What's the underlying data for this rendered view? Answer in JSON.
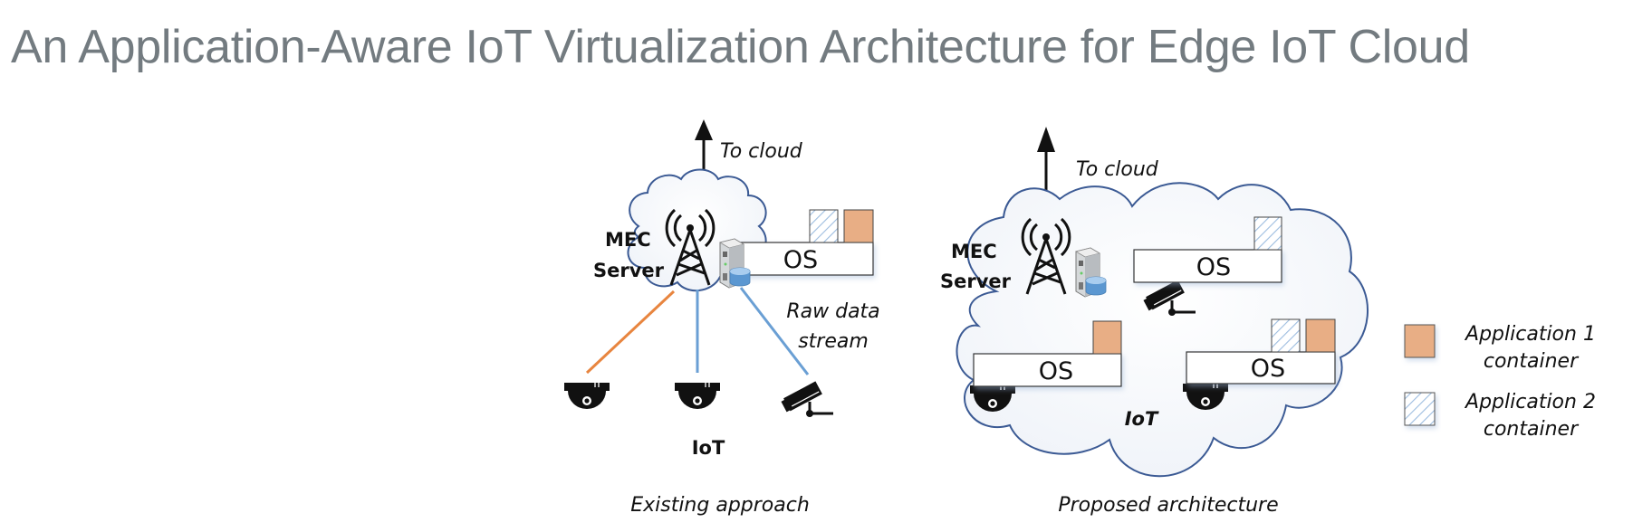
{
  "title": "An Application-Aware IoT Virtualization Architecture for Edge IoT Cloud",
  "colors": {
    "title": "#737b80",
    "app1_container": "#E8AE85",
    "app2_hatch": "#9dbde0",
    "cloud_outline": "#3b5a94",
    "link_orange": "#e8853f",
    "link_blue": "#6a9fd4"
  },
  "existing": {
    "to_cloud": "To cloud",
    "mec_line1": "MEC",
    "mec_line2": "Server",
    "os_label": "OS",
    "raw_line1": "Raw data",
    "raw_line2": "stream",
    "iot_label": "IoT",
    "caption": "Existing approach"
  },
  "proposed": {
    "to_cloud": "To cloud",
    "mec_line1": "MEC",
    "mec_line2": "Server",
    "os_top": "OS",
    "os_left": "OS",
    "os_right": "OS",
    "iot_label": "IoT",
    "caption": "Proposed architecture"
  },
  "legend": {
    "items": [
      {
        "line1": "Application 1",
        "line2": "container",
        "icon": "orange-square"
      },
      {
        "line1": "Application 2",
        "line2": "container",
        "icon": "hatched-square"
      }
    ]
  }
}
